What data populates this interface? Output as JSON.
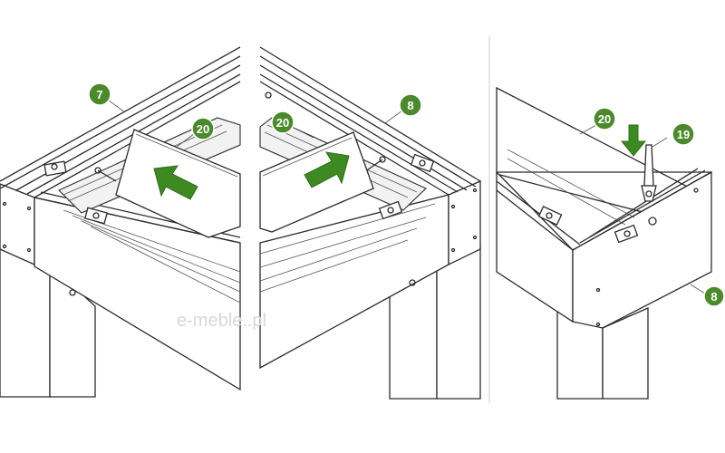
{
  "accent_color": "#4a8a2a",
  "arrow_color": "#3e8a22",
  "panels": {
    "left": {
      "callouts": [
        "7",
        "20"
      ]
    },
    "middle": {
      "callouts": [
        "20",
        "8"
      ]
    },
    "right": {
      "callouts": [
        "20",
        "19",
        "8"
      ]
    }
  },
  "watermark": "e-meble..pl"
}
